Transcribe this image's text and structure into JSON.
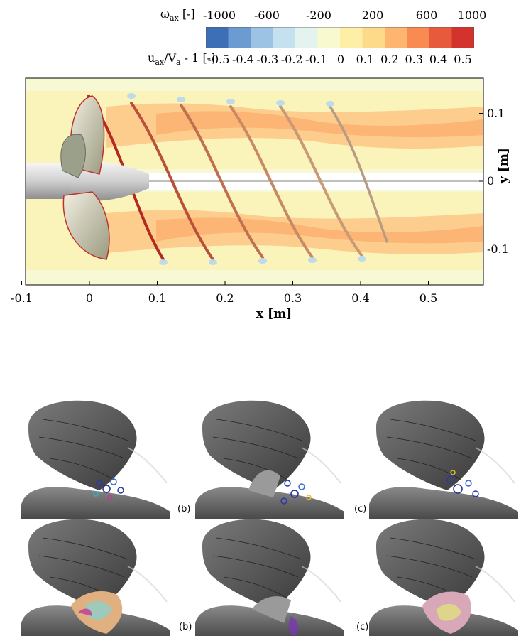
{
  "colorbar": {
    "omega_label_main": "ω",
    "omega_label_sub": "ax",
    "omega_label_tail": " [-]",
    "omega_ticks": [
      "-1000",
      "-600",
      "-200",
      "200",
      "600",
      "1000"
    ],
    "u_label_u": "u",
    "u_label_sub1": "ax",
    "u_label_mid": "/V",
    "u_label_sub2": "a",
    "u_label_tail": " - 1 [-]",
    "u_ticks": [
      "-0.5",
      "-0.4",
      "-0.3",
      "-0.2",
      "-0.1",
      "0",
      "0.1",
      "0.2",
      "0.3",
      "0.4",
      "0.5"
    ],
    "colors": [
      "#3d6fb6",
      "#6b9bd0",
      "#9cc3e4",
      "#c5e0ef",
      "#e4f3ee",
      "#f8f9cf",
      "#fdf0a6",
      "#fdd98a",
      "#fdb56f",
      "#f88a52",
      "#e85a3c",
      "#d4322c"
    ]
  },
  "main_plot": {
    "x_ticks": [
      "-0.1",
      "0",
      "0.1",
      "0.2",
      "0.3",
      "0.4",
      "0.5"
    ],
    "x_title": "x [m]",
    "y_ticks": [
      "0.1",
      "0",
      "-0.1"
    ],
    "y_title": "y [m]"
  },
  "panels": {
    "top_row_labels": [
      "(b)",
      "(c)"
    ],
    "bottom_row_labels": [
      "(b)",
      "(c)"
    ]
  }
}
